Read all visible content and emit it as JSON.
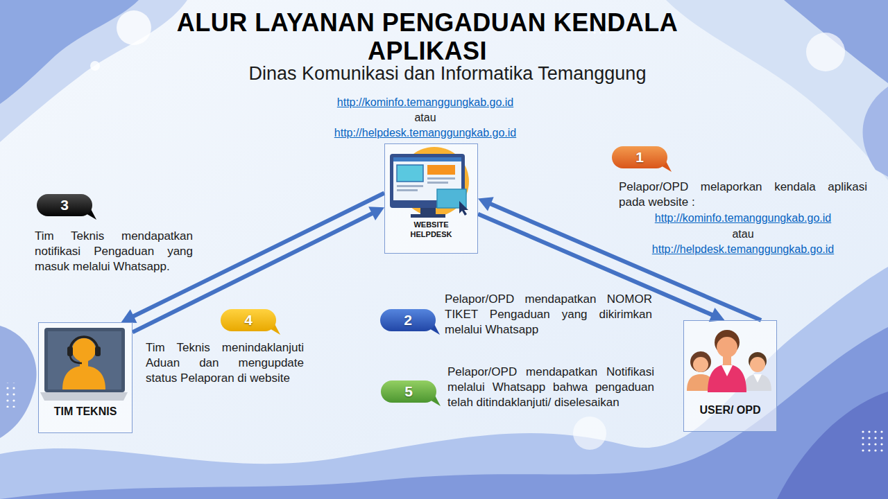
{
  "diagram": {
    "title": "ALUR LAYANAN PENGADUAN KENDALA APLIKASI",
    "nodes": [
      {
        "text": [
          "WEBSITE HELPDESK"
        ]
      },
      {
        "text": [
          "1"
        ]
      },
      {
        "text": [
          "3"
        ]
      },
      {
        "text": [
          "4"
        ]
      },
      {
        "text": [
          "2"
        ]
      },
      {
        "text": [
          "5"
        ]
      },
      {
        "text": [
          "TIM TEKNIS"
        ]
      },
      {
        "text": [
          "USER/ OPD"
        ]
      }
    ],
    "edges": [
      {
        "from": 7,
        "to": 0,
        "arrow": "to"
      },
      {
        "from": 0,
        "to": 7,
        "arrow": "to"
      },
      {
        "from": 0,
        "to": 6,
        "arrow": "to"
      },
      {
        "from": 6,
        "to": 0,
        "arrow": "to"
      }
    ],
    "labels": [
      "Dinas Komunikasi dan Informatika Temanggung",
      "http://kominfo.temanggungkab.go.id",
      "atau",
      "http://helpdesk.temanggungkab.go.id",
      "Pelapor/OPD melaporkan kendala aplikasi pada website :",
      "http://kominfo.temanggungkab.go.id",
      "atau",
      "http://helpdesk.temanggungkab.go.id",
      "Tim Teknis mendapatkan notifikasi Pengaduan yang masuk melalui Whatsapp.",
      "Pelapor/OPD mendapatkan NOMOR TIKET Pengaduan yang dikirimkan melalui Whatsapp",
      "Tim Teknis menindaklanjuti Aduan dan mengupdate status Pelaporan di website",
      "Pelapor/OPD mendapatkan Notifikasi melalui Whatsapp bahwa pengaduan telah ditindaklanjuti/ diselesaikan"
    ]
  }
}
